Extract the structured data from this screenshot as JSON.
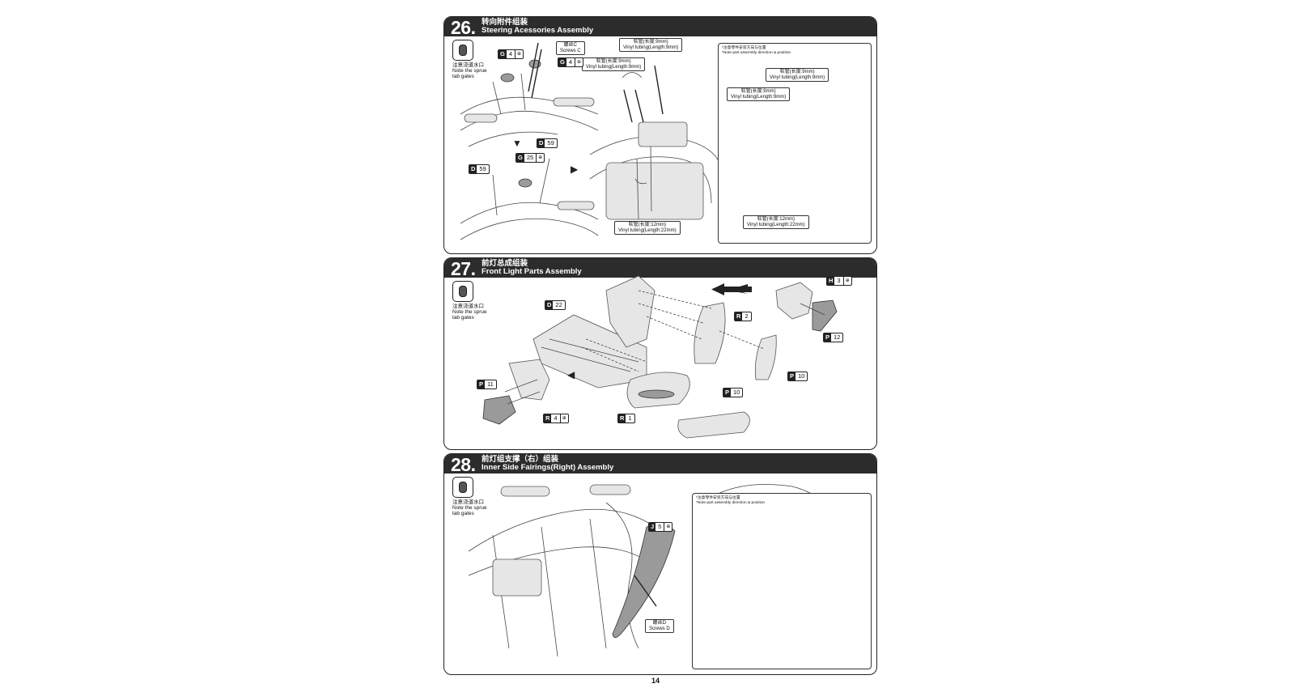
{
  "sprue_note": {
    "cn": "注意浇道水口",
    "en1": "Note the sprue",
    "en2": "tab gates"
  },
  "position_note": {
    "cn": "*注意零件安装方向与位置",
    "en": "*Note part assembly direction & position"
  },
  "steps": [
    {
      "number": "26.",
      "title_cn": "转向附件组装",
      "title_en": "Steering Acessories Assembly",
      "callouts": {
        "screws_c_cn": "螺丝C",
        "screws_c_en": "Screws C",
        "tube9_cn": "软管(长度:9mm)",
        "tube9_en": "Vinyl tubing(Length:9mm)",
        "tube12_cn": "软管(长度:12mm)",
        "tube12_en": "Vinyl tubing(Length:22mm)"
      },
      "parts": [
        {
          "letter": "G",
          "num": "4",
          "qty": "⊕"
        },
        {
          "letter": "G",
          "num": "4",
          "qty": "⊕"
        },
        {
          "letter": "D",
          "num": "59",
          "qty": ""
        },
        {
          "letter": "G",
          "num": "25",
          "qty": "⊕"
        },
        {
          "letter": "D",
          "num": "59",
          "qty": ""
        }
      ]
    },
    {
      "number": "27.",
      "title_cn": "前灯总成组装",
      "title_en": "Front Light Parts Assembly",
      "parts": [
        {
          "letter": "H",
          "num": "3",
          "qty": "⊕"
        },
        {
          "letter": "D",
          "num": "22",
          "qty": ""
        },
        {
          "letter": "R",
          "num": "2",
          "qty": ""
        },
        {
          "letter": "P",
          "num": "12",
          "qty": ""
        },
        {
          "letter": "P",
          "num": "10",
          "qty": ""
        },
        {
          "letter": "P",
          "num": "11",
          "qty": ""
        },
        {
          "letter": "P",
          "num": "10",
          "qty": ""
        },
        {
          "letter": "R",
          "num": "4",
          "qty": "⊕"
        },
        {
          "letter": "R",
          "num": "1",
          "qty": ""
        }
      ]
    },
    {
      "number": "28.",
      "title_cn": "前灯组支撑（右）组装",
      "title_en": "Inner Side Fairings(Right) Assembly",
      "callouts": {
        "screws_d_cn": "螺丝D",
        "screws_d_en": "Screws D"
      },
      "parts": [
        {
          "letter": "J",
          "num": "5",
          "qty": "⊕"
        }
      ]
    }
  ],
  "page_number": "14"
}
